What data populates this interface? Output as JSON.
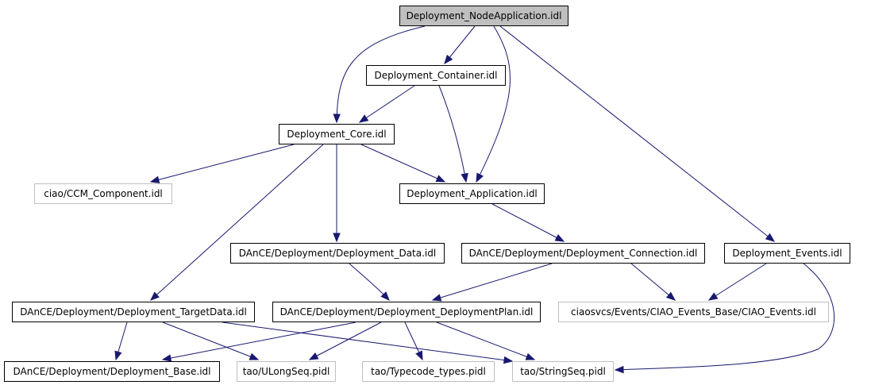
{
  "graph": {
    "title": "Deployment_NodeApplication.idl include dependency graph",
    "colors": {
      "edge": "#191970",
      "root_fill": "#bfbfbf",
      "external_border": "#bfbfbf",
      "node_border": "#000000"
    },
    "nodes": [
      {
        "id": "n0",
        "label": "Deployment_NodeApplication.idl",
        "kind": "root"
      },
      {
        "id": "n1",
        "label": "Deployment_Container.idl",
        "kind": "local"
      },
      {
        "id": "n2",
        "label": "Deployment_Core.idl",
        "kind": "local"
      },
      {
        "id": "n3",
        "label": "ciao/CCM_Component.idl",
        "kind": "external"
      },
      {
        "id": "n4",
        "label": "Deployment_Application.idl",
        "kind": "local"
      },
      {
        "id": "n5",
        "label": "DAnCE/Deployment/Deployment_Data.idl",
        "kind": "local"
      },
      {
        "id": "n6",
        "label": "DAnCE/Deployment/Deployment_Connection.idl",
        "kind": "local"
      },
      {
        "id": "n7",
        "label": "Deployment_Events.idl",
        "kind": "local"
      },
      {
        "id": "n8",
        "label": "DAnCE/Deployment/Deployment_TargetData.idl",
        "kind": "local"
      },
      {
        "id": "n9",
        "label": "DAnCE/Deployment/Deployment_DeploymentPlan.idl",
        "kind": "local"
      },
      {
        "id": "n10",
        "label": "ciaosvcs/Events/CIAO_Events_Base/CIAO_Events.idl",
        "kind": "external"
      },
      {
        "id": "n11",
        "label": "DAnCE/Deployment/Deployment_Base.idl",
        "kind": "local"
      },
      {
        "id": "n12",
        "label": "tao/ULongSeq.pidl",
        "kind": "external"
      },
      {
        "id": "n13",
        "label": "tao/Typecode_types.pidl",
        "kind": "external"
      },
      {
        "id": "n14",
        "label": "tao/StringSeq.pidl",
        "kind": "external"
      }
    ],
    "edges": [
      [
        "n0",
        "n1"
      ],
      [
        "n0",
        "n2"
      ],
      [
        "n0",
        "n4"
      ],
      [
        "n0",
        "n7"
      ],
      [
        "n1",
        "n2"
      ],
      [
        "n1",
        "n4"
      ],
      [
        "n2",
        "n3"
      ],
      [
        "n2",
        "n4"
      ],
      [
        "n2",
        "n5"
      ],
      [
        "n2",
        "n8"
      ],
      [
        "n4",
        "n6"
      ],
      [
        "n5",
        "n9"
      ],
      [
        "n6",
        "n9"
      ],
      [
        "n6",
        "n10"
      ],
      [
        "n7",
        "n10"
      ],
      [
        "n7",
        "n14"
      ],
      [
        "n8",
        "n11"
      ],
      [
        "n8",
        "n12"
      ],
      [
        "n8",
        "n14"
      ],
      [
        "n9",
        "n11"
      ],
      [
        "n9",
        "n12"
      ],
      [
        "n9",
        "n13"
      ],
      [
        "n9",
        "n14"
      ]
    ]
  }
}
